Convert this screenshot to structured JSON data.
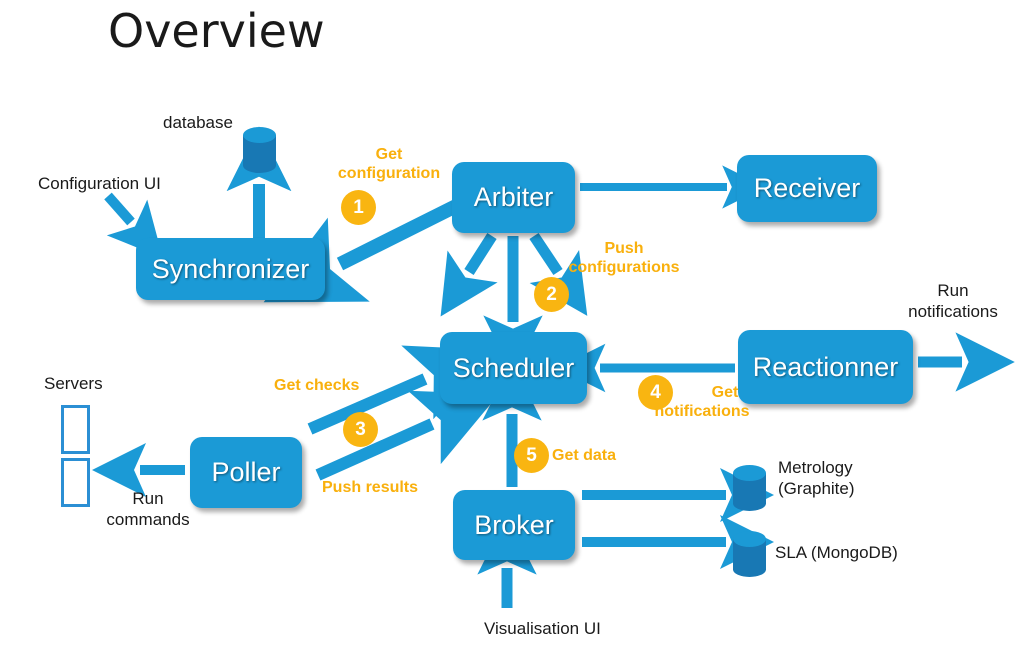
{
  "title": "Overview",
  "nodes": [
    {
      "id": "synchronizer",
      "label": "Synchronizer"
    },
    {
      "id": "arbiter",
      "label": "Arbiter"
    },
    {
      "id": "receiver",
      "label": "Receiver"
    },
    {
      "id": "scheduler",
      "label": "Scheduler"
    },
    {
      "id": "reactionner",
      "label": "Reactionner"
    },
    {
      "id": "poller",
      "label": "Poller"
    },
    {
      "id": "broker",
      "label": "Broker"
    }
  ],
  "labels": {
    "database": "database",
    "configuration_ui": "Configuration  UI",
    "servers": "Servers",
    "run_commands_line1": "Run",
    "run_commands_line2": "commands",
    "run_notifications_line1": "Run",
    "run_notifications_line2": "notifications",
    "metrology_line1": "Metrology",
    "metrology_line2": "(Graphite)",
    "sla": "SLA (MongoDB)",
    "visualisation_ui": "Visualisation UI"
  },
  "annotations": {
    "get_configuration_line1": "Get",
    "get_configuration_line2": "configuration",
    "push_configurations_line1": "Push",
    "push_configurations_line2": "configurations",
    "get_checks": "Get checks",
    "push_results": "Push  results",
    "get_notifications_line1": "Get",
    "get_notifications_line2": "notifications",
    "get_data": "Get data"
  },
  "badges": [
    {
      "n": "1",
      "for": "get-configuration"
    },
    {
      "n": "2",
      "for": "push-configurations"
    },
    {
      "n": "3",
      "for": "poller-scheduler"
    },
    {
      "n": "4",
      "for": "get-notifications"
    },
    {
      "n": "5",
      "for": "get-data"
    }
  ],
  "colors": {
    "node_blue": "#1b9ad6",
    "arrow_blue": "#1b9ad6",
    "badge_orange": "#f9b511",
    "annotation_orange": "#f9b00d",
    "cylinder_dark": "#1878b4",
    "text_dark": "#1a1a1a",
    "background": "#ffffff"
  }
}
